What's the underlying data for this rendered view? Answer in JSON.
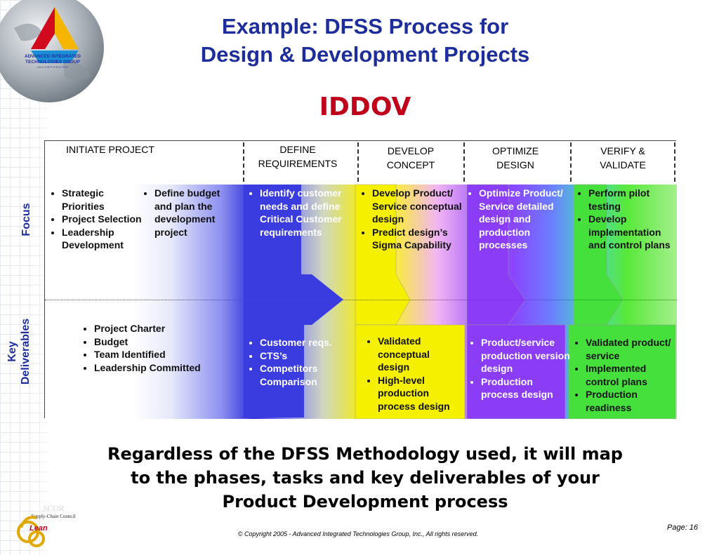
{
  "title": {
    "line1": "Example:  DFSS Process for",
    "line2": "Design & Development Projects"
  },
  "subtitle": "IDDOV",
  "logo": {
    "text_line1": "ADVANCED INTEGRATED",
    "text_line2": "TECHNOLOGIES GROUP",
    "text_line3": "I N C O R P O R A T E D",
    "colors": [
      "#f6b600",
      "#d10a1e",
      "#1b8fd6"
    ]
  },
  "phases": [
    {
      "label": "INITIATE PROJECT"
    },
    {
      "label_line1": "DEFINE",
      "label_line2": "REQUIREMENTS"
    },
    {
      "label_line1": "DEVELOP",
      "label_line2": "CONCEPT"
    },
    {
      "label_line1": "OPTIMIZE",
      "label_line2": "DESIGN"
    },
    {
      "label_line1": "VERIFY &",
      "label_line2": "VALIDATE"
    }
  ],
  "rows": {
    "focus": "Focus",
    "key_line1": "Key",
    "key_line2": "Deliverables"
  },
  "focus": {
    "initiate_a": [
      "Strategic Priorities",
      "Project Selection",
      "Leadership Development"
    ],
    "initiate_b": [
      "Define budget and plan the development project"
    ],
    "define": [
      "Identify customer needs and define Critical Customer requirements"
    ],
    "develop": [
      "Develop Product/ Service conceptual design",
      "Predict design’s Sigma Capability"
    ],
    "optimize": [
      "Optimize Product/ Service detailed design and production processes"
    ],
    "verify": [
      "Perform pilot testing",
      "Develop implementation and control plans"
    ]
  },
  "deliverables": {
    "initiate": [
      "Project Charter",
      "Budget",
      "Team Identified",
      "Leadership Committed"
    ],
    "define": [
      "Customer reqs.",
      "CTS’s",
      "Competitors Comparison"
    ],
    "develop": [
      "Validated conceptual design",
      "High-level production process design"
    ],
    "optimize": [
      "Product/service production version design",
      "Production process design"
    ],
    "verify": [
      "Validated product/ service",
      "Implemented control plans",
      "Production readiness"
    ]
  },
  "bottom_text": {
    "line1": "Regardless of the DFSS Methodology used, it will map",
    "line2": "to the phases, tasks and key deliverables of your",
    "line3": "Product Development process"
  },
  "footer": {
    "copyright": "© Copyright 2005 - Advanced Integrated Technologies Group, Inc., All rights reserved.",
    "page": "Page: 16",
    "scc_logo_text": "Supply-Chain  Council",
    "scc_logo_word": "Lean",
    "scc_logo_mark": "SCOR"
  },
  "colors": {
    "title": "#1d2e9c",
    "subtitle": "#c0001a",
    "define_arrow": "#3b3de0",
    "develop_arrow": "#f4f000",
    "optimize_arrow": "#8b3cf7",
    "verify_arrow": "#45e03c"
  }
}
